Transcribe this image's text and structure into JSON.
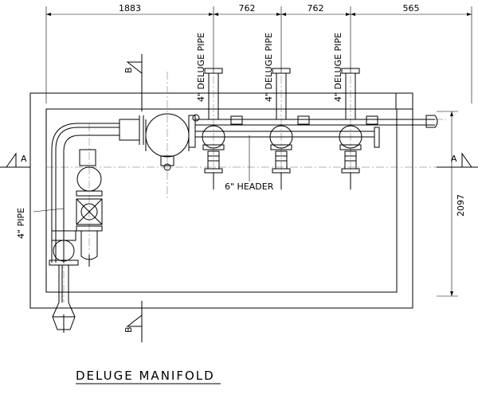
{
  "drawing": {
    "title": "DELUGE MANIFOLD",
    "dimensions": {
      "d1": "1883",
      "d2": "762",
      "d3": "762",
      "d4": "565",
      "height": "2097"
    },
    "labels": {
      "deluge_pipe": "4\" DELUGE PIPE",
      "header": "6\" HEADER",
      "pipe_4": "4\" PIPE"
    },
    "section_markers": {
      "left": "A",
      "right": "A",
      "top": "B",
      "bottom": "B"
    }
  }
}
